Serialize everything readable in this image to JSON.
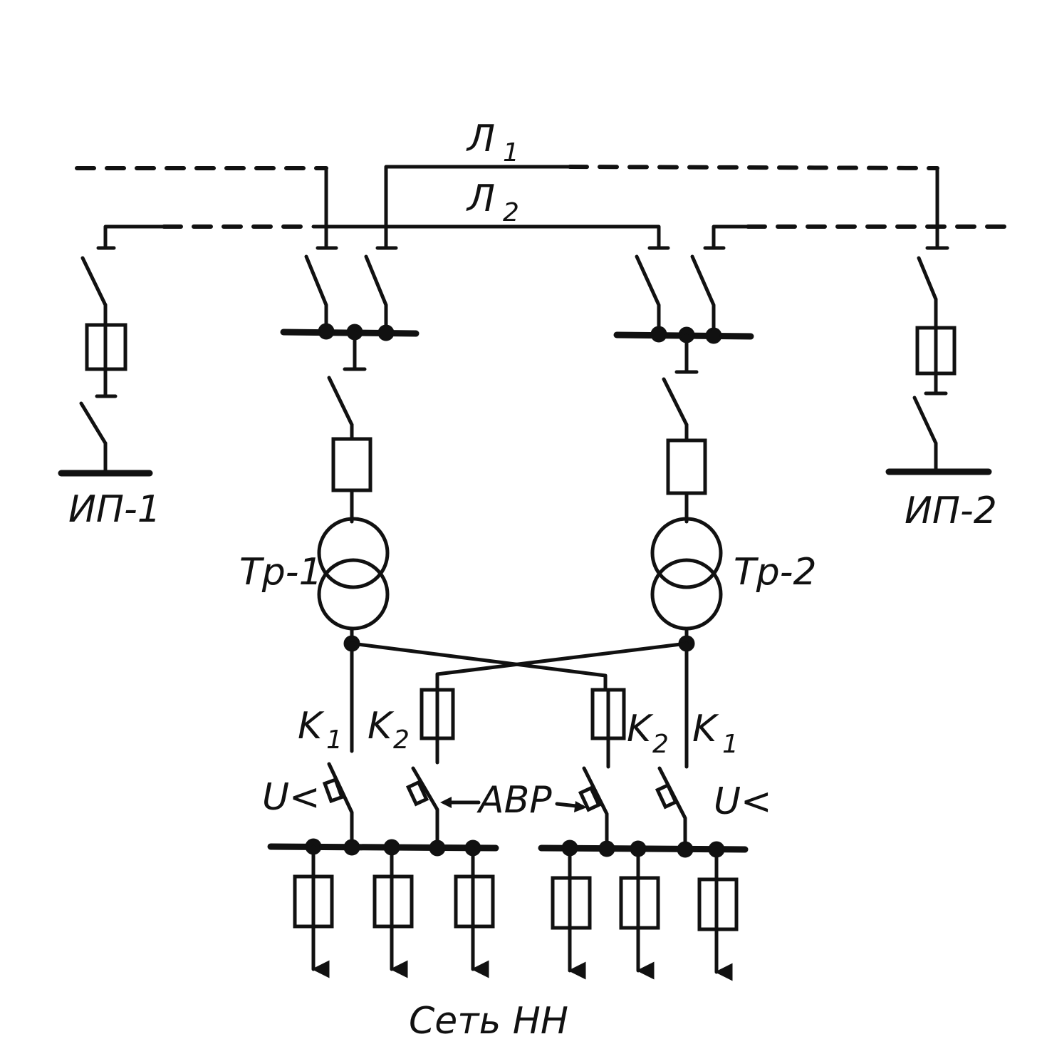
{
  "labels": {
    "l1_base": "Л",
    "l1_sub": "1",
    "l2_base": "Л",
    "l2_sub": "2",
    "ip1": "ИП-1",
    "ip2": "ИП-2",
    "tr1": "Тр-1",
    "tr2": "Тр-2",
    "k1_base": "K",
    "k1_sub": "1",
    "k2_base": "K",
    "k2_sub": "2",
    "k2r_base": "K",
    "k2r_sub": "2",
    "k1r_base": "K",
    "k1r_sub": "1",
    "u_left": "U<",
    "u_right": "U<",
    "avr": "АВР",
    "network": "Сеть НН"
  },
  "colors": {
    "ink": "#111111",
    "background": "#ffffff"
  }
}
